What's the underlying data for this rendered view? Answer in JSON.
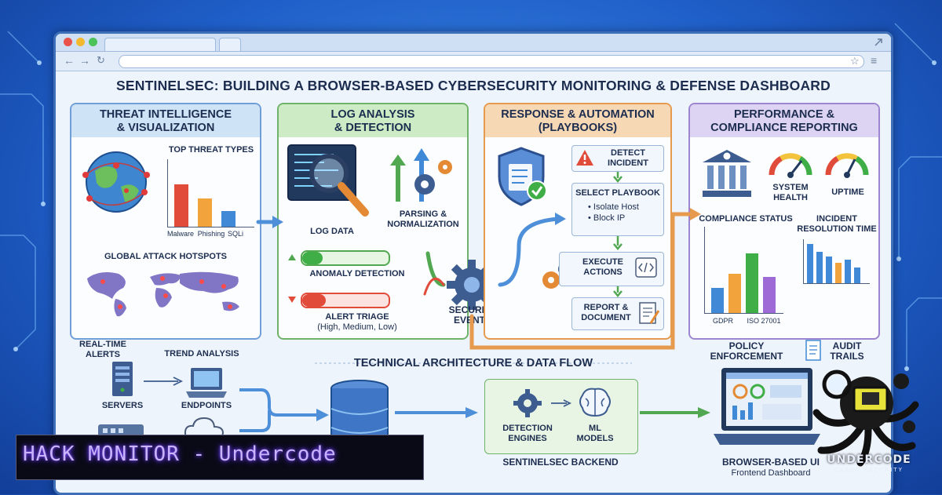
{
  "heading": "SENTINELSEC: BUILDING A BROWSER-BASED CYBERSECURITY MONITORING & DEFENSE DASHBOARD",
  "panels": {
    "threat": {
      "title": [
        "THREAT INTELLIGENCE",
        "& VISUALIZATION"
      ],
      "top_threats": "TOP THREAT TYPES",
      "threat_types": [
        "Malware",
        "Phishing",
        "SQLi"
      ],
      "hotspots": "GLOBAL ATTACK HOTSPOTS",
      "realtime": [
        "REAL-TIME",
        "ALERTS"
      ],
      "trend": "TREND ANALYSIS",
      "colors": {
        "header": "#cfe3f7",
        "border": "#6f9fd6"
      }
    },
    "log": {
      "title": [
        "LOG ANALYSIS",
        "& DETECTION"
      ],
      "log_data": "LOG DATA",
      "parsing": [
        "PARSING &",
        "NORMALIZATION"
      ],
      "anomaly": "ANOMALY DETECTION",
      "triage": "ALERT TRIAGE",
      "triage_levels": "(High, Medium, Low)",
      "colors": {
        "header": "#cdebc4",
        "border": "#6fb36a"
      }
    },
    "security_events": [
      "SECURITY",
      "EVENTS"
    ],
    "response": {
      "title": [
        "RESPONSE & AUTOMATION",
        "(PLAYBOOKS)"
      ],
      "detect": [
        "DETECT",
        "INCIDENT"
      ],
      "select": "SELECT PLAYBOOK",
      "actions": [
        "• Isolate Host",
        "• Block IP"
      ],
      "execute": [
        "EXECUTE",
        "ACTIONS"
      ],
      "report": [
        "REPORT &",
        "DOCUMENT"
      ],
      "colors": {
        "header": "#f7d8b5",
        "border": "#e59a4e"
      }
    },
    "performance": {
      "title": [
        "PERFORMANCE &",
        "COMPLIANCE REPORTING"
      ],
      "system_health": [
        "SYSTEM",
        "HEALTH"
      ],
      "uptime": "UPTIME",
      "compliance": "COMPLIANCE STATUS",
      "standards": [
        "GDPR",
        "ISO 27001"
      ],
      "resolution": [
        "INCIDENT",
        "RESOLUTION TIME"
      ],
      "policy": [
        "POLICY",
        "ENFORCEMENT"
      ],
      "audit": [
        "AUDIT",
        "TRAILS"
      ],
      "colors": {
        "header": "#ddd3f2",
        "border": "#9d86cf"
      }
    }
  },
  "architecture": {
    "title": "TECHNICAL ARCHITECTURE & DATA FLOW",
    "servers": "SERVERS",
    "endpoints": "ENDPOINTS",
    "detection": [
      "DETECTION",
      "ENGINES"
    ],
    "ml": [
      "ML",
      "MODELS"
    ],
    "backend": "SENTINELSEC BACKEND",
    "frontend": [
      "BROWSER-BASED UI",
      "Frontend Dashboard"
    ]
  },
  "banner": "HACK MONITOR - Undercode",
  "watermark": [
    "UNDERCODE",
    "CYBER SECURITY"
  ],
  "icons": [
    "globe-icon",
    "magnifier-icon",
    "gear-icon",
    "shield-icon",
    "warning-icon",
    "code-icon",
    "document-icon",
    "bank-icon",
    "gauge-icon",
    "server-icon",
    "laptop-icon",
    "cloud-icon",
    "database-icon",
    "brain-icon",
    "mascot-icon"
  ]
}
